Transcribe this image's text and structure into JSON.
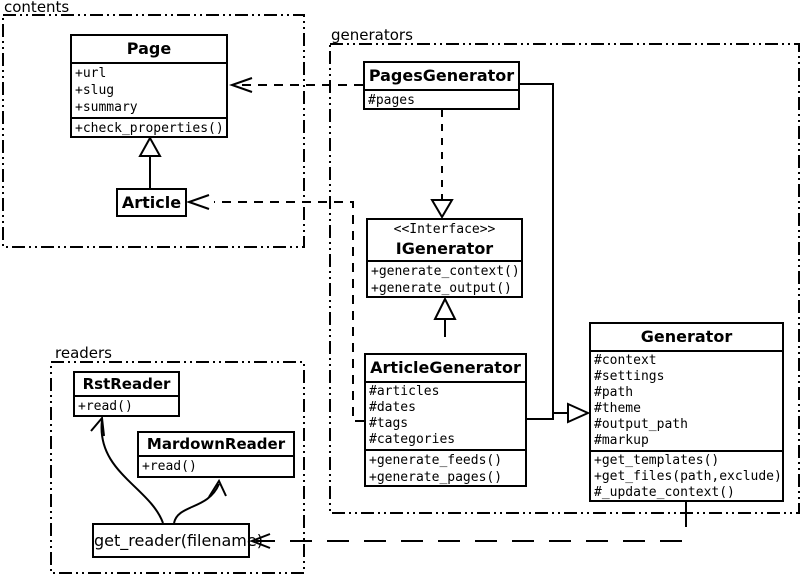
{
  "diagram": {
    "packages": [
      {
        "id": "contents",
        "label": "contents"
      },
      {
        "id": "generators",
        "label": "generators"
      },
      {
        "id": "readers",
        "label": "readers"
      }
    ],
    "relationships": [
      {
        "from": "Article",
        "to": "Page",
        "type": "generalization"
      },
      {
        "from": "PagesGenerator",
        "to": "Page",
        "type": "dependency"
      },
      {
        "from": "ArticleGenerator",
        "to": "Article",
        "type": "dependency"
      },
      {
        "from": "PagesGenerator",
        "to": "IGenerator",
        "type": "realization"
      },
      {
        "from": "ArticleGenerator",
        "to": "IGenerator",
        "type": "generalization"
      },
      {
        "from": "PagesGenerator",
        "to": "Generator",
        "type": "generalization"
      },
      {
        "from": "ArticleGenerator",
        "to": "Generator",
        "type": "generalization"
      },
      {
        "from": "Generator",
        "to": "get_reader(filename)",
        "type": "dependency"
      },
      {
        "from": "get_reader(filename)",
        "to": "RstReader",
        "type": "association"
      },
      {
        "from": "get_reader(filename)",
        "to": "MardownReader",
        "type": "association"
      }
    ]
  },
  "classes": {
    "page": {
      "name": "Page",
      "attrs": [
        "+url",
        "+slug",
        "+summary"
      ],
      "methods": [
        "+check_properties()"
      ]
    },
    "article": {
      "name": "Article"
    },
    "pages_generator": {
      "name": "PagesGenerator",
      "attrs": [
        "#pages"
      ]
    },
    "igenerator": {
      "stereotype": "<<Interface>>",
      "name": "IGenerator",
      "methods": [
        "+generate_context()",
        "+generate_output()"
      ]
    },
    "article_generator": {
      "name": "ArticleGenerator",
      "attrs": [
        "#articles",
        "#dates",
        "#tags",
        "#categories"
      ],
      "methods": [
        "+generate_feeds()",
        "+generate_pages()"
      ]
    },
    "generator": {
      "name": "Generator",
      "attrs": [
        "#context",
        "#settings",
        "#path",
        "#theme",
        "#output_path",
        "#markup"
      ],
      "methods": [
        "+get_templates()",
        "+get_files(path,exclude)",
        "#_update_context()"
      ]
    },
    "rst_reader": {
      "name": "RstReader",
      "methods": [
        "+read()"
      ]
    },
    "mardown_reader": {
      "name": "MardownReader",
      "methods": [
        "+read()"
      ]
    },
    "get_reader": {
      "label": "get_reader(filename)"
    }
  },
  "colors": {
    "line": "#000000",
    "background": "#ffffff",
    "node_fill": "#ffffff"
  }
}
